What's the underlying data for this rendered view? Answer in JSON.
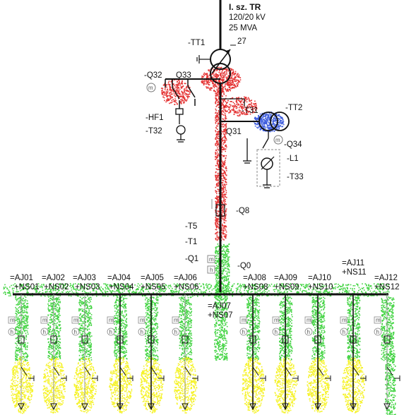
{
  "colors": {
    "red": "#e01010",
    "blue": "#1a3fd8",
    "green": "#22cc22",
    "yellow": "#f4f000",
    "line": "#111111"
  },
  "transformer": {
    "title": "I. sz. TR",
    "voltage": "120/20 kV",
    "power": "25 MVA",
    "tag": "-TT1",
    "tap": "27"
  },
  "labels": {
    "q32": "-Q32",
    "q33": "Q33",
    "hf1": "-HF1",
    "t32": "-T32",
    "t31": "-T31",
    "tt2": "-TT2",
    "q31": "Q31",
    "q34": "-Q34",
    "l1": "-L1",
    "t33": "-T33",
    "q8": "-Q8",
    "t5": "-T5",
    "t1": "-T1",
    "q1": "-Q1",
    "q0": "-Q0",
    "m": "m",
    "h": "h"
  },
  "feeders": [
    {
      "aj": "=AJ01",
      "ns": "+NS01"
    },
    {
      "aj": "=AJ02",
      "ns": "+NS02"
    },
    {
      "aj": "=AJ03",
      "ns": "+NS03"
    },
    {
      "aj": "=AJ04",
      "ns": "+NS04"
    },
    {
      "aj": "=AJ05",
      "ns": "+NS05"
    },
    {
      "aj": "=AJ06",
      "ns": "+NS06"
    },
    {
      "aj": "=AJ07",
      "ns": "+NS07"
    },
    {
      "aj": "=AJ08",
      "ns": "+NS08"
    },
    {
      "aj": "=AJ09",
      "ns": "+NS09"
    },
    {
      "aj": "=AJ10",
      "ns": "+NS10"
    },
    {
      "aj": "=AJ11",
      "ns": "+NS11"
    },
    {
      "aj": "=AJ12",
      "ns": "+NS12"
    }
  ]
}
